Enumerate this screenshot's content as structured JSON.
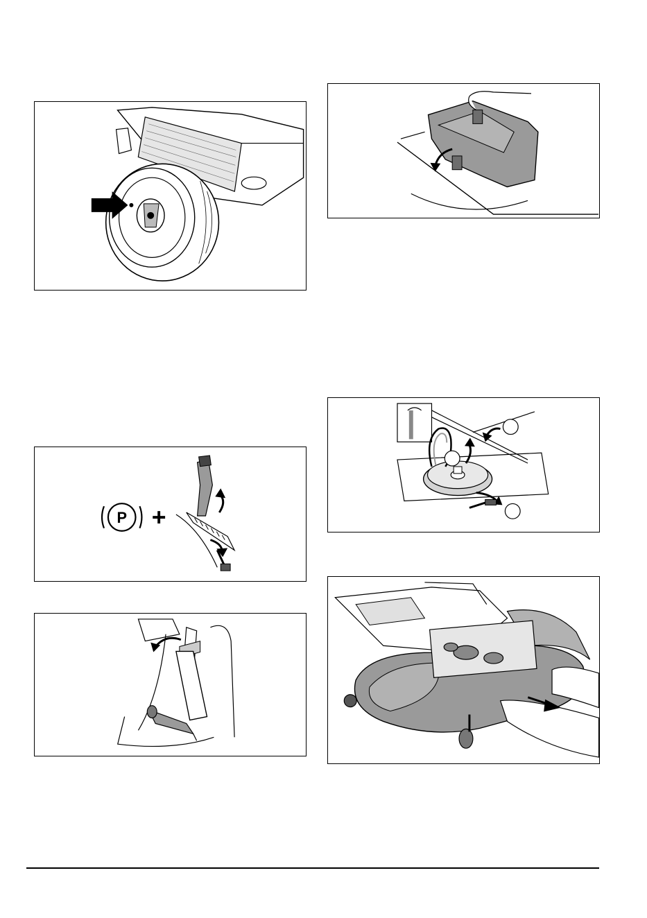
{
  "figures": [
    {
      "id": "wheel",
      "icon": "wheel-hub-illustration"
    },
    {
      "id": "cover",
      "icon": "seat-cover-illustration"
    },
    {
      "id": "brake",
      "icon": "parking-brake-lever-illustration",
      "symbol": "P",
      "plus": "+"
    },
    {
      "id": "belt",
      "icon": "belt-pulley-illustration"
    },
    {
      "id": "lever",
      "icon": "cutting-height-lever-illustration"
    },
    {
      "id": "deck",
      "icon": "mower-deck-removal-illustration"
    }
  ],
  "colors": {
    "line": "#000000",
    "fill_gray": "#9a9a9a",
    "fill_light": "#d4d4d4"
  }
}
